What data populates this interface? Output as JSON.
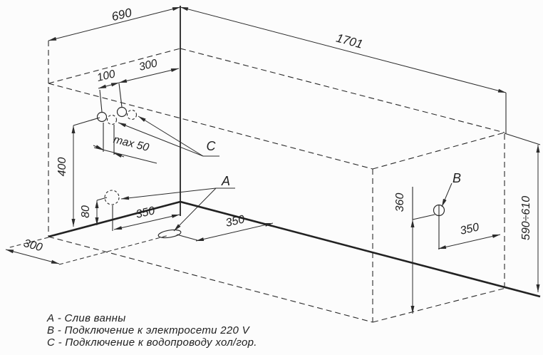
{
  "dims": {
    "top_width": "690",
    "top_length": "1701",
    "height_range": "590÷610",
    "pipe_offset": "100",
    "pipe_to_corner": "300",
    "pipe_gap": "max 50",
    "pipe_height": "400",
    "drain_wall_height": "80",
    "drain_wall_to_corner": "350",
    "drain_floor_to_front": "350",
    "drain_floor_to_side": "300",
    "outlet_height": "360",
    "outlet_to_wall": "350"
  },
  "callouts": {
    "a": "A",
    "b": "B",
    "c": "C"
  },
  "legend": [
    "А - Слив ванны",
    "В - Подключение к электросети 220 V",
    "С - Подключение к водопроводу хол/гор."
  ]
}
